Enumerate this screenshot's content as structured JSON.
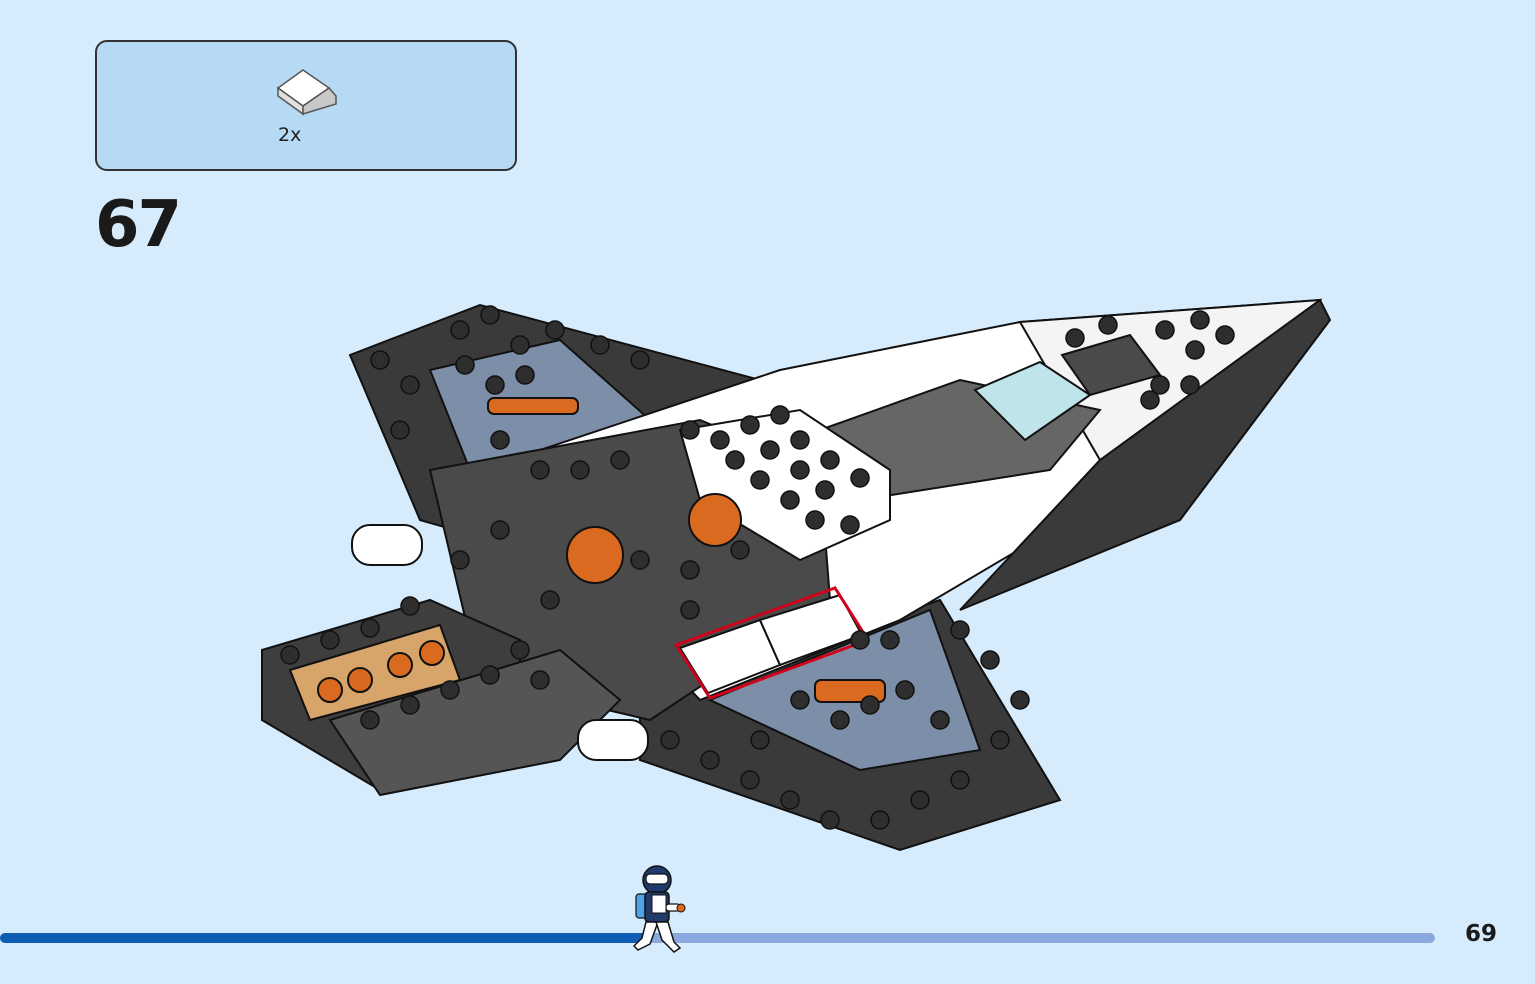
{
  "parts_list": {
    "items": [
      {
        "part_icon": "white-slope-brick-icon",
        "quantity": "2x"
      }
    ]
  },
  "step": {
    "number": "67"
  },
  "build_progress": {
    "fraction": 0.45
  },
  "page": {
    "number": "69"
  },
  "colors": {
    "background": "#d6ebfb",
    "parts_box": "#b6d9f4",
    "progress_fill": "#0e5cb3",
    "progress_track": "#8aa8df"
  }
}
